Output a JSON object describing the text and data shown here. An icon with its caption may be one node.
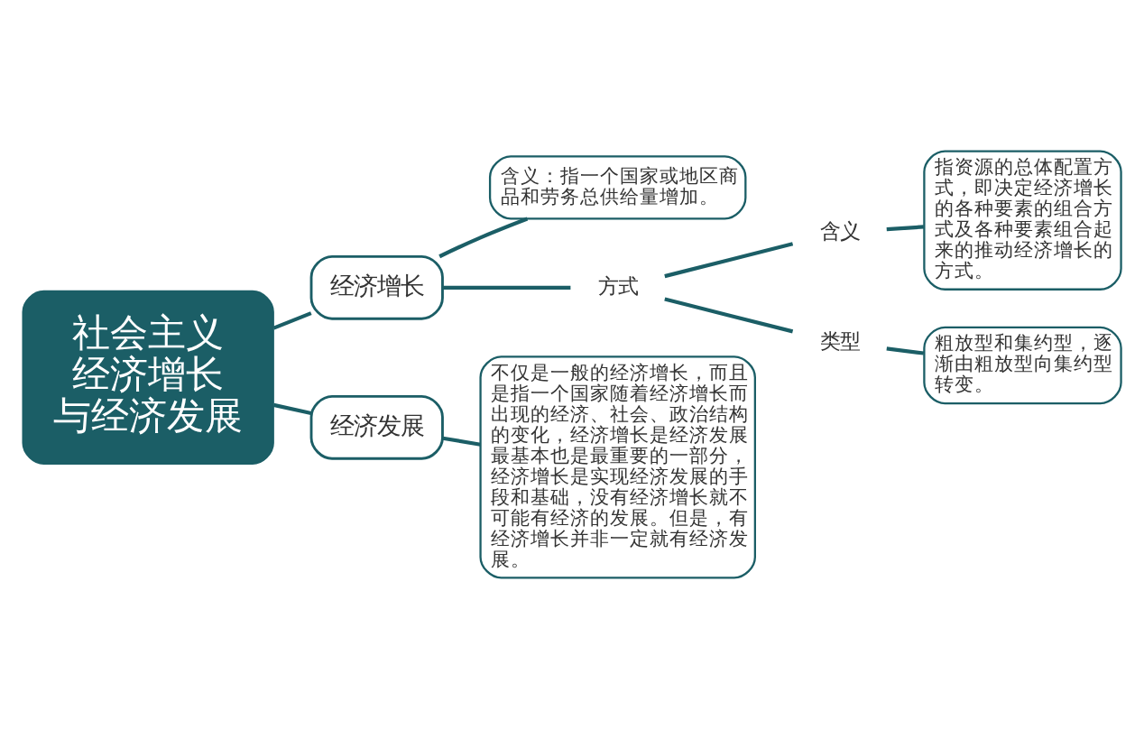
{
  "diagram": {
    "nodes": [
      {
        "text": [
          "社会主义",
          "经济增长",
          "与经济发展"
        ]
      },
      {
        "text": [
          "经济增长"
        ]
      },
      {
        "text": [
          "含义：指一个国家或地区商品和劳务总供给量增加。"
        ]
      },
      {
        "text": [
          "方式"
        ]
      },
      {
        "text": [
          "含义"
        ]
      },
      {
        "text": [
          "指资源的总体配置方式，即决定经济增长的各种要素的组合方式及各种要素组合起来的推动经济增长的方式。"
        ]
      },
      {
        "text": [
          "类型"
        ]
      },
      {
        "text": [
          "粗放型和集约型，逐渐由粗放型向集约型转变。"
        ]
      },
      {
        "text": [
          "经济发展"
        ]
      },
      {
        "text": [
          "不仅是一般的经济增长，而且是指一个国家随着经济增长而出现的经济、社会、政治结构的变化，经济增长是经济发展最基本也是最重要的一部分，经济增长是实现经济发展的手段和基础，没有经济增长就不可能有经济的发展。但是，有经济增长并非一定就有经济发展。"
        ]
      }
    ],
    "edges": [
      {
        "from": 0,
        "to": 1,
        "arrow": "none"
      },
      {
        "from": 1,
        "to": 2,
        "arrow": "none"
      },
      {
        "from": 1,
        "to": 3,
        "arrow": "none"
      },
      {
        "from": 3,
        "to": 4,
        "arrow": "none"
      },
      {
        "from": 4,
        "to": 5,
        "arrow": "none"
      },
      {
        "from": 3,
        "to": 6,
        "arrow": "none"
      },
      {
        "from": 6,
        "to": 7,
        "arrow": "none"
      },
      {
        "from": 0,
        "to": 8,
        "arrow": "none"
      },
      {
        "from": 8,
        "to": 9,
        "arrow": "none"
      }
    ]
  }
}
